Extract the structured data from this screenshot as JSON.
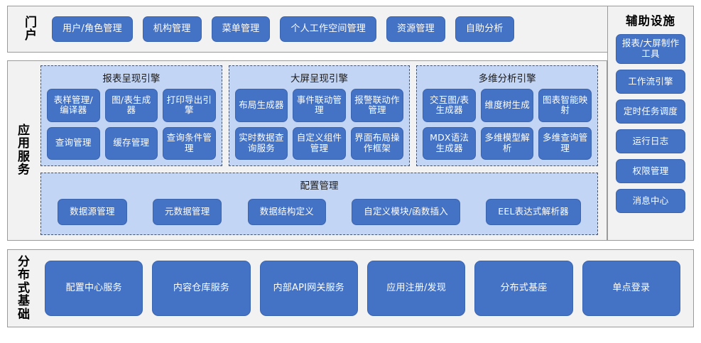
{
  "portal": {
    "label": "门户",
    "buttons": [
      "用户/角色管理",
      "机构管理",
      "菜单管理",
      "个人工作空间管理",
      "资源管理",
      "自助分析"
    ]
  },
  "aside": {
    "title": "辅助设施",
    "buttons": [
      "报表/大屏制作工具",
      "工作流引擎",
      "定时任务调度",
      "运行日志",
      "权限管理",
      "消息中心"
    ]
  },
  "app_service": {
    "label": "应用服务",
    "engines": [
      {
        "title": "报表呈现引擎",
        "buttons": [
          "表样管理/编译器",
          "图/表生成器",
          "打印导出引擎",
          "查询管理",
          "缓存管理",
          "查询条件管理"
        ]
      },
      {
        "title": "大屏呈现引擎",
        "buttons": [
          "布局生成器",
          "事件联动管理",
          "报警联动作管理",
          "实时数据查询服务",
          "自定义组件管理",
          "界面布局操作框架"
        ]
      },
      {
        "title": "多维分析引擎",
        "buttons": [
          "交互图/表生成器",
          "维度树生成",
          "图表智能映射",
          "MDX语法生成器",
          "多维模型解析",
          "多维查询管理"
        ]
      }
    ],
    "config": {
      "title": "配置管理",
      "buttons": [
        "数据源管理",
        "元数据管理",
        "数据结构定义",
        "自定义模块/函数插入",
        "EEL表达式解析器"
      ]
    }
  },
  "distributed": {
    "label": "分布式基础",
    "buttons": [
      "配置中心服务",
      "内容仓库服务",
      "内部API网关服务",
      "应用注册/发现",
      "分布式基座",
      "单点登录"
    ]
  },
  "colors": {
    "button_fill": "#4472C4",
    "panel_fill": "#C3D5F5",
    "outer_fill": "#F2F2F2",
    "outer_border": "#9A9A9A",
    "dashed_border": "#44526B"
  }
}
